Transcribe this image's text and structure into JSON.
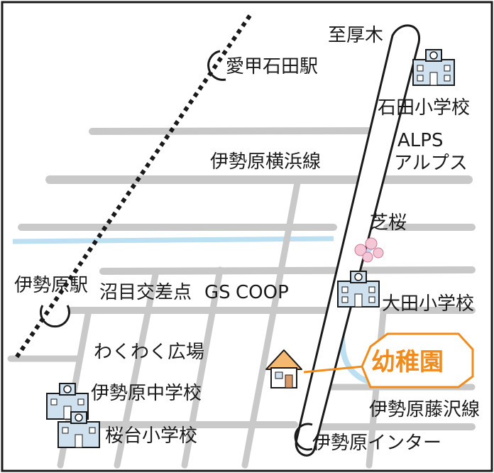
{
  "colors": {
    "road": "#c9c9c9",
    "river": "#bcdff2",
    "railway": "#1a1a1a",
    "highway": "#1a1a1a",
    "accent": "#f08c1e",
    "school": "#cfe0ef",
    "sakura": "#f4c6d6"
  },
  "labels": {
    "to_atsugi": "至厚木",
    "aiko_ishida_station": "愛甲石田駅",
    "ishida_elementary": "石田小学校",
    "alps_en": "ALPS",
    "alps_ja": "アルプス",
    "isehara_yokohama_line": "伊勢原横浜線",
    "shibazakura": "芝桜",
    "isehara_station": "伊勢原駅",
    "numame_intersection": "沼目交差点",
    "gs": "GS",
    "coop": "COOP",
    "ota_elementary": "大田小学校",
    "wakuwaku_plaza": "わくわく広場",
    "kindergarten": "幼稚園",
    "isehara_junior_high": "伊勢原中学校",
    "isehara_fujisawa_line": "伊勢原藤沢線",
    "sakuradai_elementary": "桜台小学校",
    "isehara_interchange": "伊勢原インター"
  },
  "icons": {
    "station": "station-ring-icon",
    "school": "school-building-icon",
    "house": "house-icon",
    "sakura": "cherry-blossom-icon"
  }
}
